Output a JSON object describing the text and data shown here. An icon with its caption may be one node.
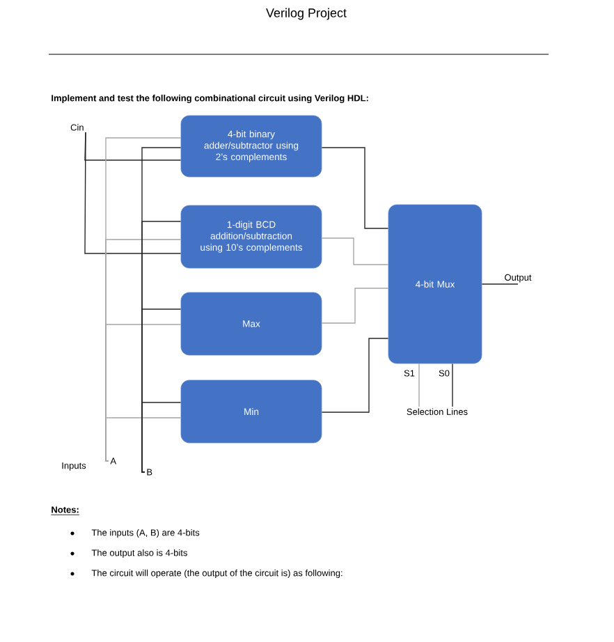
{
  "diagram": {
    "title": "Verilog Project",
    "nodes": [
      {
        "text": [
          "4-bit binary adder/subtractor using 2’s complements"
        ]
      },
      {
        "text": [
          "1-digit BCD addition/subtraction using 10’s complements"
        ]
      },
      {
        "text": [
          "Max"
        ]
      },
      {
        "text": [
          "Min"
        ]
      },
      {
        "text": [
          "4-bit Mux"
        ]
      },
      {
        "text": [
          "Cin"
        ]
      },
      {
        "text": [
          "A"
        ]
      },
      {
        "text": [
          "B"
        ]
      },
      {
        "text": [
          "Output"
        ]
      },
      {
        "text": [
          "Selection Lines"
        ]
      }
    ],
    "edges": [
      {
        "from": 5,
        "to": 0,
        "arrow": "none"
      },
      {
        "from": 5,
        "to": 1,
        "arrow": "none"
      },
      {
        "from": 6,
        "to": 0,
        "arrow": "none",
        "color": "#a6a6a6"
      },
      {
        "from": 6,
        "to": 1,
        "arrow": "none",
        "color": "#a6a6a6"
      },
      {
        "from": 6,
        "to": 2,
        "arrow": "none",
        "color": "#a6a6a6"
      },
      {
        "from": 6,
        "to": 3,
        "arrow": "none",
        "color": "#a6a6a6"
      },
      {
        "from": 7,
        "to": 0,
        "arrow": "none"
      },
      {
        "from": 7,
        "to": 1,
        "arrow": "none"
      },
      {
        "from": 7,
        "to": 2,
        "arrow": "none"
      },
      {
        "from": 7,
        "to": 3,
        "arrow": "none"
      },
      {
        "from": 0,
        "to": 4,
        "arrow": "none"
      },
      {
        "from": 1,
        "to": 4,
        "arrow": "none",
        "color": "#a6a6a6"
      },
      {
        "from": 2,
        "to": 4,
        "arrow": "none",
        "color": "#a6a6a6"
      },
      {
        "from": 3,
        "to": 4,
        "arrow": "none"
      },
      {
        "from": 4,
        "to": 8,
        "arrow": "none"
      },
      {
        "from": 9,
        "to": 4,
        "arrow": "none",
        "label": "S1",
        "color": "#a6a6a6"
      },
      {
        "from": 9,
        "to": 4,
        "arrow": "none",
        "label": "S0"
      }
    ],
    "labels": [
      "Implement and test the following combinational circuit using Verilog HDL:",
      "Inputs",
      "Notes:",
      "The inputs (A, B) are 4-bits",
      "The output also is 4-bits",
      "The circuit will operate (the output of the circuit is) as following:"
    ]
  }
}
